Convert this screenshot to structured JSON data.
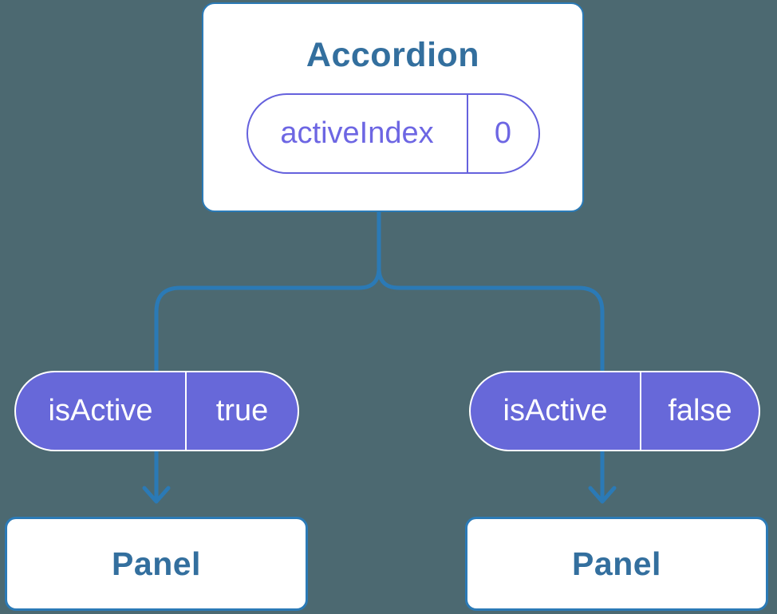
{
  "diagram": {
    "description": "React component tree showing lifted state: Accordion parent passes isActive to two Panel children",
    "colors": {
      "background": "#4c6971",
      "connector_blue": "#2b7ab6",
      "node_text_blue": "#336f9e",
      "pill_purple_fill": "#6768d9",
      "pill_purple_border": "#6561dd",
      "pill_purple_text": "#6d66e3",
      "node_fill": "#ffffff"
    },
    "accordion": {
      "title": "Accordion",
      "state_pill": {
        "name": "activeIndex",
        "value": "0"
      }
    },
    "props": [
      {
        "name": "isActive",
        "value": "true"
      },
      {
        "name": "isActive",
        "value": "false"
      }
    ],
    "panels": [
      {
        "label": "Panel"
      },
      {
        "label": "Panel"
      }
    ]
  }
}
